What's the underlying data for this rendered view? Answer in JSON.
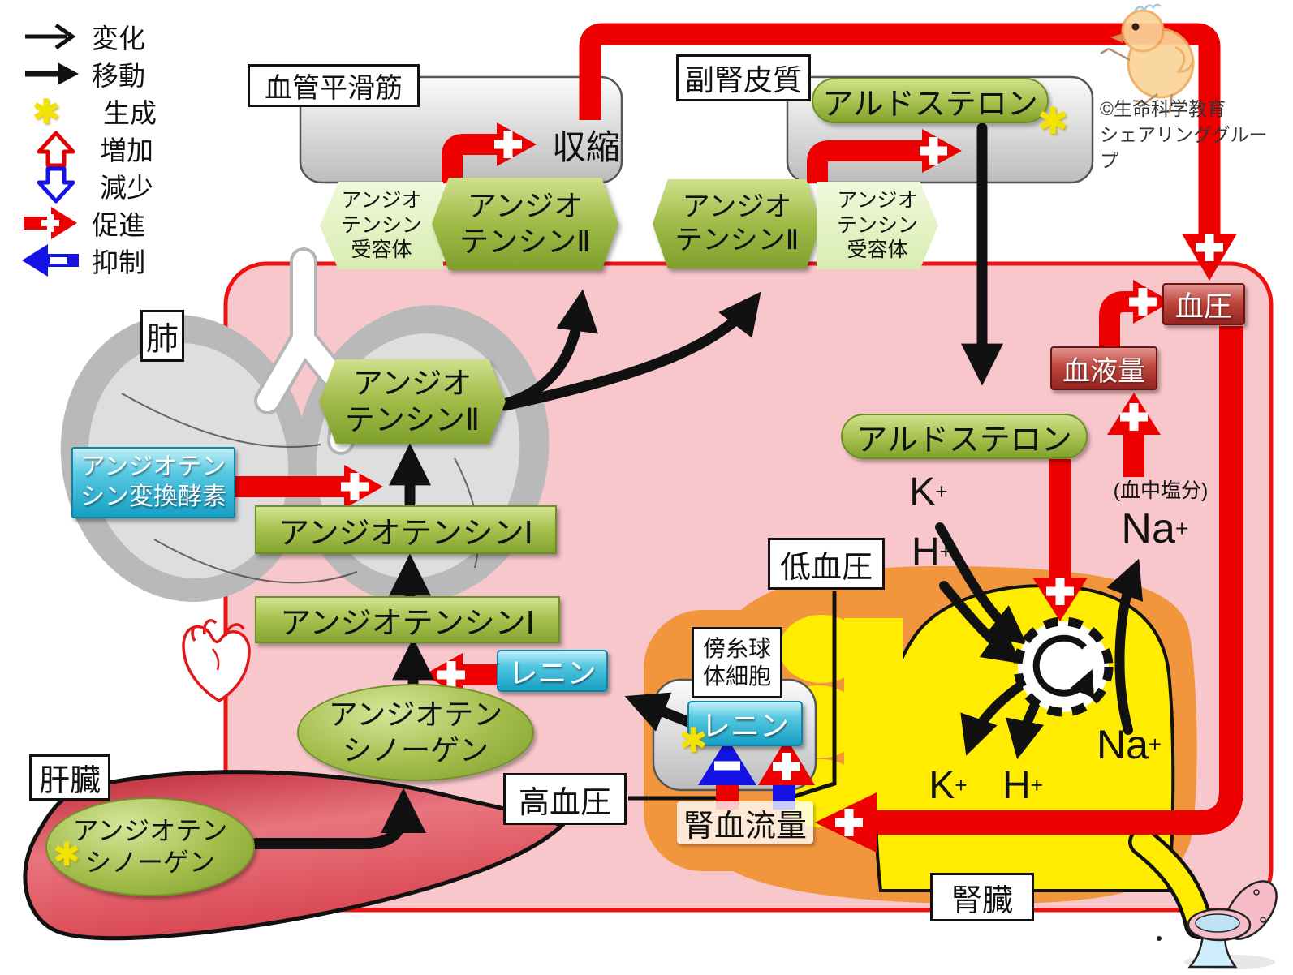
{
  "legend": {
    "items": [
      {
        "icon": "change-arrow-icon",
        "label": "変化"
      },
      {
        "icon": "move-arrow-icon",
        "label": "移動"
      },
      {
        "icon": "generate-asterisk-icon",
        "label": "生成"
      },
      {
        "icon": "increase-arrow-icon",
        "label": "増加"
      },
      {
        "icon": "decrease-arrow-icon",
        "label": "減少"
      },
      {
        "icon": "promote-arrow-icon",
        "label": "促進"
      },
      {
        "icon": "inhibit-arrow-icon",
        "label": "抑制"
      }
    ]
  },
  "credit": {
    "line1": "©生命科学教育",
    "line2": "シェアリンググループ"
  },
  "vascular": {
    "label": "血管平滑筋",
    "contraction": "収縮",
    "receptor": "アンジオ\nテンシン\n受容体",
    "ang2": "アンジオ\nテンシンⅡ"
  },
  "adrenal": {
    "label": "副腎皮質",
    "aldosterone": "アルドステロン",
    "ang2": "アンジオ\nテンシンⅡ",
    "receptor": "アンジオ\nテンシン\n受容体"
  },
  "lung": {
    "label": "肺",
    "ang2": "アンジオ\nテンシンⅡ",
    "ace": "アンジオテン\nシン変換酵素",
    "ang1": "アンジオテンシンⅠ"
  },
  "blood": {
    "ang1": "アンジオテンシンⅠ",
    "renin": "レニン",
    "angiotensinogen": "アンジオテン\nシノーゲン",
    "aldosterone": "アルドステロン",
    "bp": "血圧",
    "volume": "血液量",
    "salt_note": "(血中塩分)"
  },
  "liver": {
    "label": "肝臓",
    "angiotensinogen": "アンジオテン\nシノーゲン"
  },
  "kidney": {
    "label": "腎臓",
    "jg_label": "傍糸球\n体細胞",
    "renin": "レニン",
    "renal_flow": "腎血流量",
    "low_bp": "低血圧",
    "high_bp": "高血圧"
  },
  "ions": {
    "k": "K",
    "h": "H",
    "na": "Na",
    "sup": "+"
  },
  "marks": {
    "asterisk": "✱"
  },
  "colors": {
    "promote_red": "#EE0000",
    "inhibit_blue": "#1512E6",
    "pink_bg": "#F8C7CB",
    "border_red": "#EE1111",
    "kidney_orange": "#F2963E",
    "nephron_yellow": "#FFEC00",
    "green_box": "#9FBA47",
    "cyan_box": "#159FC4",
    "dark_red_box": "#A62E28"
  }
}
